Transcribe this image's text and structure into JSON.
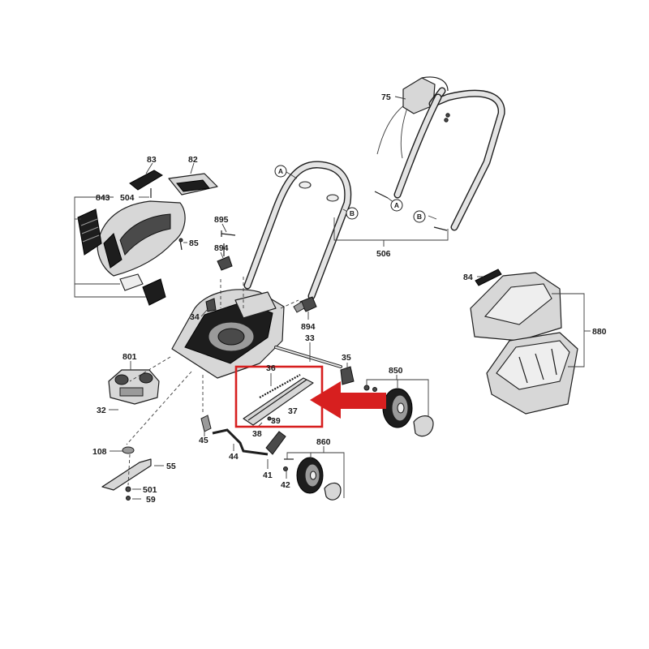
{
  "highlight_color": "#d71f1f",
  "part_numbers": {
    "p75": "75",
    "p83": "83",
    "p82": "82",
    "p843": "843",
    "p504": "504",
    "p895": "895",
    "p85": "85",
    "p894a": "894",
    "p894b": "894",
    "p506": "506",
    "p84": "84",
    "p880": "880",
    "p34": "34",
    "p33": "33",
    "p35": "35",
    "p801": "801",
    "p36": "36",
    "p850": "850",
    "p32": "32",
    "p37": "37",
    "p39": "39",
    "p38": "38",
    "p45": "45",
    "p860": "860",
    "p108": "108",
    "p55": "55",
    "p44": "44",
    "p41": "41",
    "p42": "42",
    "p501": "501",
    "p59": "59"
  },
  "reference_markers": {
    "a1": "A",
    "a2": "A",
    "b1": "B",
    "b2": "B"
  },
  "icons": [
    "highlight-arrow-icon",
    "highlight-frame"
  ]
}
